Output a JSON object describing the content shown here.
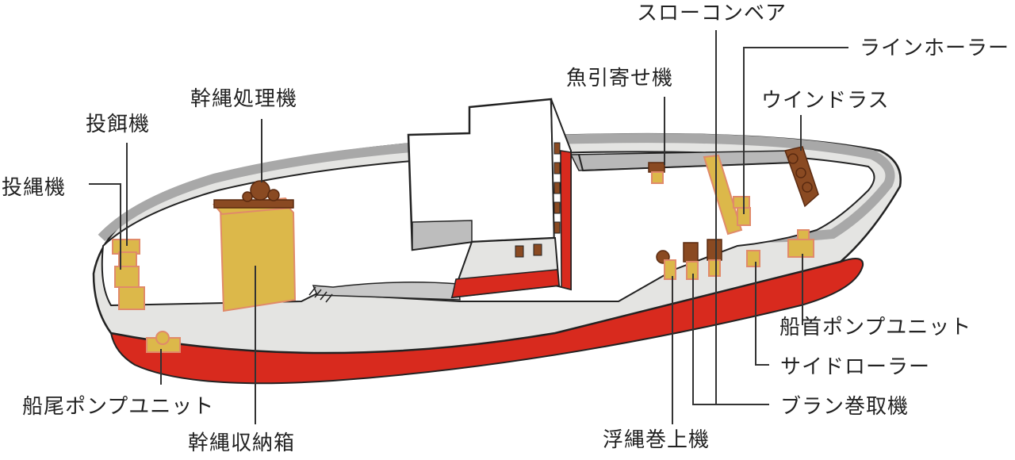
{
  "labels": {
    "slow_conveyor": "スローコンベア",
    "line_hauler": "ラインホーラー",
    "windlass": "ウインドラス",
    "fish_puller": "魚引寄せ機",
    "mainline_processor": "幹縄処理機",
    "bait_thrower": "投餌機",
    "line_thrower": "投縄機",
    "bow_pump_unit": "船首ポンプユニット",
    "side_roller": "サイドローラー",
    "buoy_reel": "ブラン巻取機",
    "float_line_winder": "浮縄巻上機",
    "stern_pump_unit": "船尾ポンプユニット",
    "mainline_storage": "幹縄収納箱"
  },
  "colors": {
    "hull": "#e4e4e2",
    "hull_red": "#d82a1e",
    "equipment": "#dcb84a",
    "equipment_dark": "#8a4a22",
    "outline": "#222222"
  }
}
